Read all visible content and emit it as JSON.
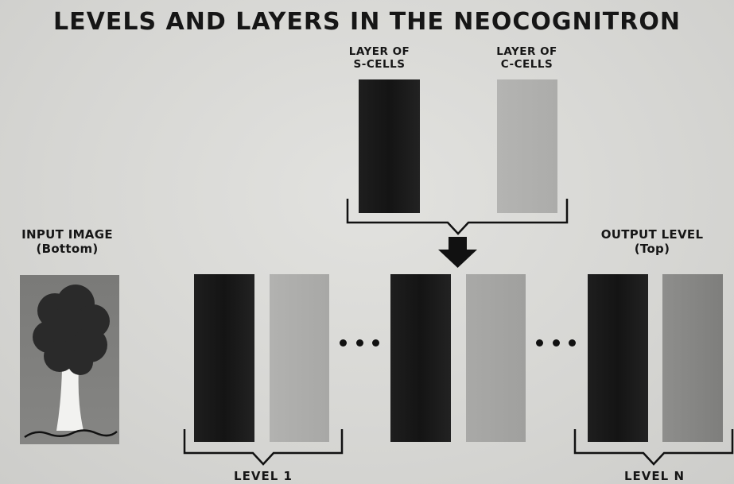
{
  "title": "LEVELS AND LAYERS IN THE NEOCOGNITRON",
  "s_layer_label": [
    "LAYER OF",
    "S-CELLS"
  ],
  "c_layer_label": [
    "LAYER OF",
    "C-CELLS"
  ],
  "input_label": [
    "INPUT IMAGE",
    "(Bottom)"
  ],
  "output_label": [
    "OUTPUT LEVEL",
    "(Top)"
  ],
  "level_1_label": "LEVEL 1",
  "level_n_label": "LEVEL N",
  "colors": {
    "s_cells": "#161616",
    "c_cells": "#a5a5a3",
    "background": "#d9d9d6",
    "input_image_bg": "#808080"
  },
  "icons": [
    "down-arrow-icon",
    "ellipsis-icon",
    "tree-icon"
  ]
}
